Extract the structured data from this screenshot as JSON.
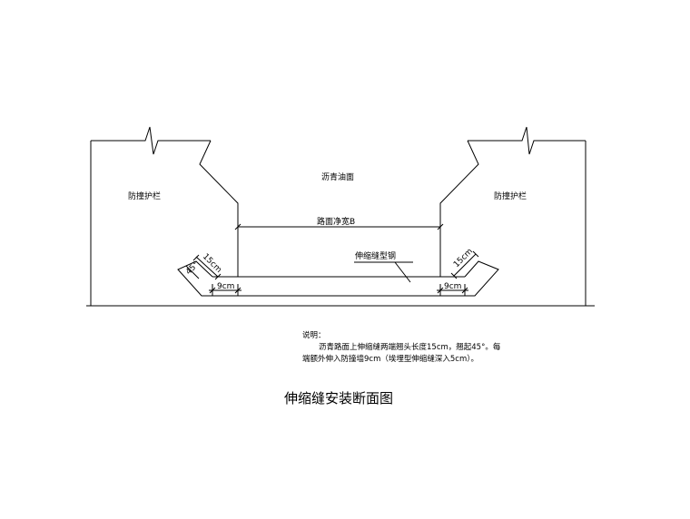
{
  "drawing": {
    "labels": {
      "asphalt_surface": "沥青油面",
      "barrier_left": "防撞护栏",
      "barrier_right": "防撞护栏",
      "clear_width": "路面净宽B",
      "steel_type": "伸缩缝型钢",
      "dim_15cm_left": "15cm",
      "dim_45_left": "45°",
      "dim_9cm_left": "9cm",
      "dim_15cm_right": "15cm",
      "dim_9cm_right": "9cm"
    }
  },
  "notes": {
    "title": "说明：",
    "line1": "沥青路面上伸缩缝两端翘头长度15cm，翘起45°。每",
    "line2": "端额外伸入防撞墙9cm（埃埋型伸缩缝深入5cm）。"
  },
  "caption": "伸缩缝安装断面图"
}
